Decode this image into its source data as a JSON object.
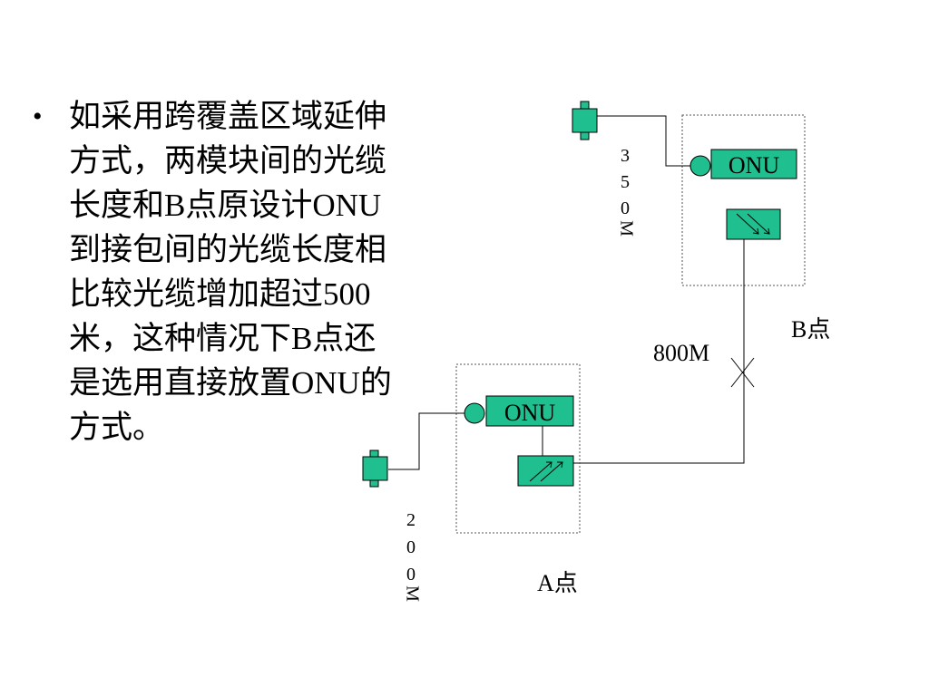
{
  "slide": {
    "bullet_mark": "•",
    "bullet_text": "如采用跨覆盖区域延伸方式，两模块间的光缆长度和B点原设计ONU到接包间的光缆长度相比较光缆增加超过500米，这种情况下B点还是选用直接放置ONU的方式。"
  },
  "diagram": {
    "site_b": {
      "onu_label": "ONU",
      "point_label": "B点",
      "drop_length_digits": [
        "3",
        "5",
        "0",
        "M"
      ]
    },
    "site_a": {
      "onu_label": "ONU",
      "point_label": "A点",
      "drop_length_digits": [
        "2",
        "0",
        "0",
        "M"
      ]
    },
    "trunk_label": "800M"
  },
  "colors": {
    "device_fill": "#1fbf8f",
    "line": "#000000",
    "box_border": "#555555"
  }
}
